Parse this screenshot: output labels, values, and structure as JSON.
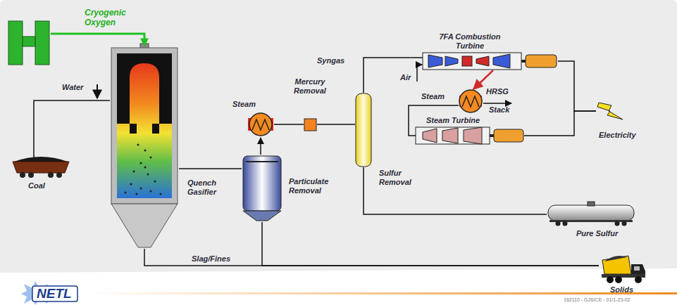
{
  "diagram": {
    "nodes": [
      {
        "text": [
          "Cryogenic Oxygen"
        ]
      },
      {
        "text": [
          "Coal"
        ]
      },
      {
        "text": [
          "Quench Gasifier"
        ]
      },
      {
        "text": [
          "Steam"
        ]
      },
      {
        "text": [
          "Mercury Removal"
        ]
      },
      {
        "text": [
          "Particulate Removal"
        ]
      },
      {
        "text": [
          "Sulfur Removal"
        ]
      },
      {
        "text": [
          "7FA Combustion Turbine"
        ]
      },
      {
        "text": [
          "HRSG"
        ]
      },
      {
        "text": [
          "Steam Turbine"
        ]
      },
      {
        "text": [
          "Electricity"
        ]
      },
      {
        "text": [
          "Pure Sulfur"
        ]
      },
      {
        "text": [
          "Solids"
        ]
      }
    ],
    "edges": [
      {
        "from": 0,
        "to": 2,
        "arrow": "to"
      },
      {
        "from": 1,
        "to": 2,
        "arrow": "none"
      },
      {
        "from": 2,
        "to": 5,
        "arrow": "none"
      },
      {
        "from": 5,
        "to": 3,
        "arrow": "to"
      },
      {
        "from": 3,
        "to": 4,
        "arrow": "none"
      },
      {
        "from": 4,
        "to": 6,
        "arrow": "none"
      },
      {
        "from": 6,
        "to": 7,
        "arrow": "none"
      },
      {
        "from": 7,
        "to": 8,
        "arrow": "to"
      },
      {
        "from": 8,
        "to": 9,
        "arrow": "none"
      },
      {
        "from": 7,
        "to": 10,
        "arrow": "none"
      },
      {
        "from": 9,
        "to": 10,
        "arrow": "none"
      },
      {
        "from": 6,
        "to": 11,
        "arrow": "none"
      },
      {
        "from": 2,
        "to": 12,
        "arrow": "none"
      },
      {
        "from": 5,
        "to": 12,
        "arrow": "none"
      }
    ],
    "labels": [
      "Water",
      "Syngas",
      "Air",
      "Steam",
      "Stack",
      "Slag/Fines",
      "NETL",
      "162110 - GJS/CE - 01/1-23-02"
    ]
  }
}
